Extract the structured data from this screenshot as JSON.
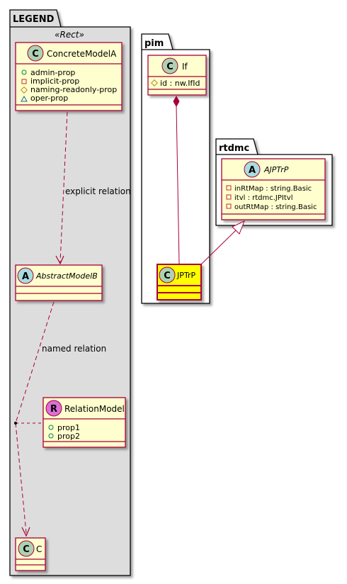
{
  "packages": {
    "legend": {
      "title": "LEGEND",
      "stereotype": "«Rect»"
    },
    "pim": {
      "title": "pim"
    },
    "rtdmc": {
      "title": "rtdmc"
    }
  },
  "classes": {
    "concrete_model_a": {
      "kind": "C",
      "name": "ConcreteModelA",
      "fields": [
        {
          "visibility": "+",
          "text": "admin-prop"
        },
        {
          "visibility": "-",
          "text": "implicit-prop"
        },
        {
          "visibility": "#",
          "text": "naming-readonly-prop"
        },
        {
          "visibility": "~",
          "text": "oper-prop"
        }
      ]
    },
    "abstract_model_b": {
      "kind": "A",
      "name": "AbstractModelB",
      "fields": []
    },
    "relation_model": {
      "kind": "R",
      "name": "RelationModel",
      "fields": [
        {
          "visibility": "+",
          "text": "prop1"
        },
        {
          "visibility": "+",
          "text": "prop2"
        }
      ]
    },
    "c": {
      "kind": "C",
      "name": "C",
      "fields": []
    },
    "if": {
      "kind": "C",
      "name": "If",
      "fields": [
        {
          "visibility": "#",
          "text": "id : nw.IfId"
        }
      ]
    },
    "jptrp": {
      "kind": "C",
      "name": "JPTrP",
      "fields": []
    },
    "ajptrp": {
      "kind": "A",
      "name": "AJPTrP",
      "fields": [
        {
          "visibility": "-",
          "text": "inRtMap : string.Basic"
        },
        {
          "visibility": "-",
          "text": "itvl : rtdmc.JPItvl"
        },
        {
          "visibility": "-",
          "text": "outRtMap : string.Basic"
        }
      ]
    }
  },
  "relations": {
    "explicit_label": "explicit relation",
    "named_label": "named relation"
  },
  "colors": {
    "class_fill": "#FEFECE",
    "class_border": "#A80036",
    "highlight_fill": "#FFFF00",
    "legend_fill": "#DDDDDD",
    "circle_c": "#ADD1B2",
    "circle_a": "#A9DCDF",
    "circle_r": "#DA70D6",
    "line": "#A80036"
  }
}
